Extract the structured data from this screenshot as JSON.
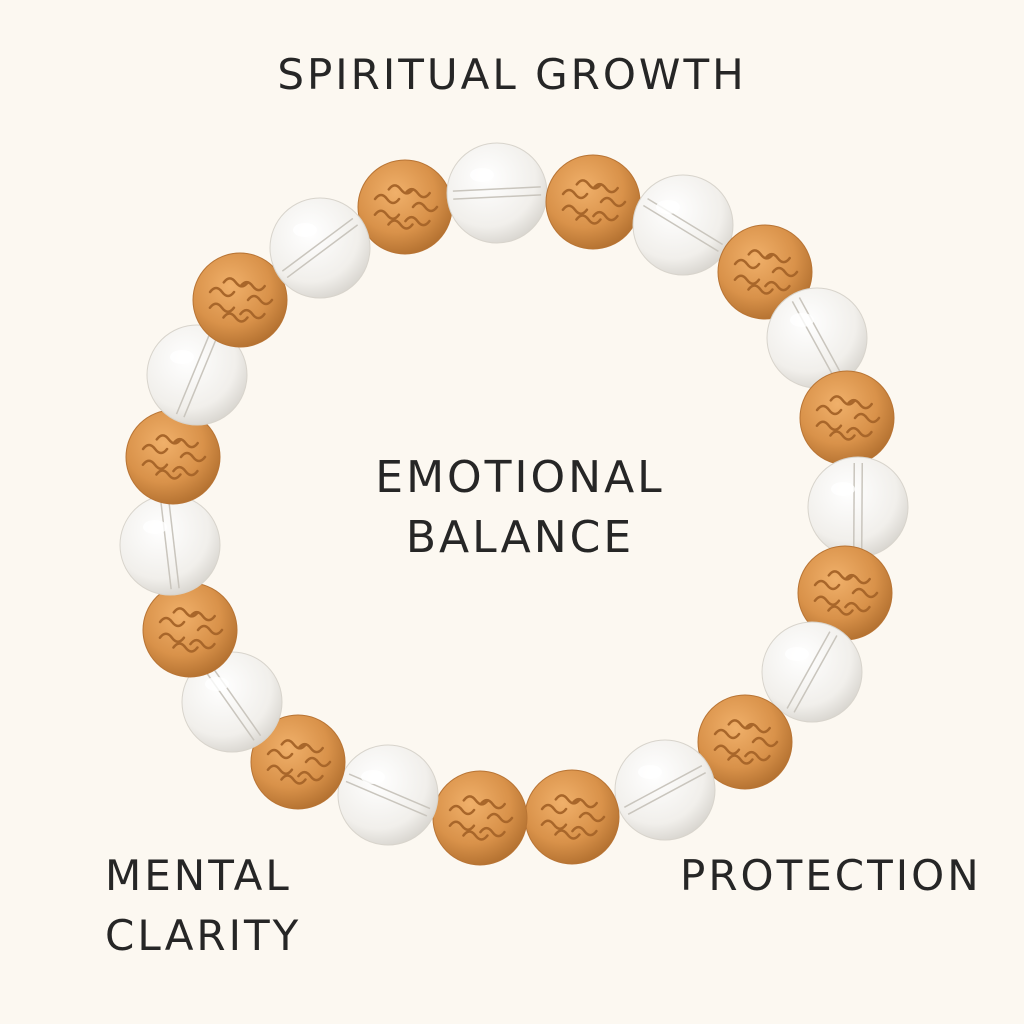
{
  "labels": {
    "top": "SPIRITUAL GROWTH",
    "center_line1": "EMOTIONAL",
    "center_line2": "BALANCE",
    "left_line1": "MENTAL",
    "left_line2": "CLARITY",
    "right": "PROTECTION"
  },
  "colors": {
    "background": "#fcf8f1",
    "text": "#262626",
    "rudraksha": "#d9924a",
    "crystal": "#f4f2ee"
  }
}
